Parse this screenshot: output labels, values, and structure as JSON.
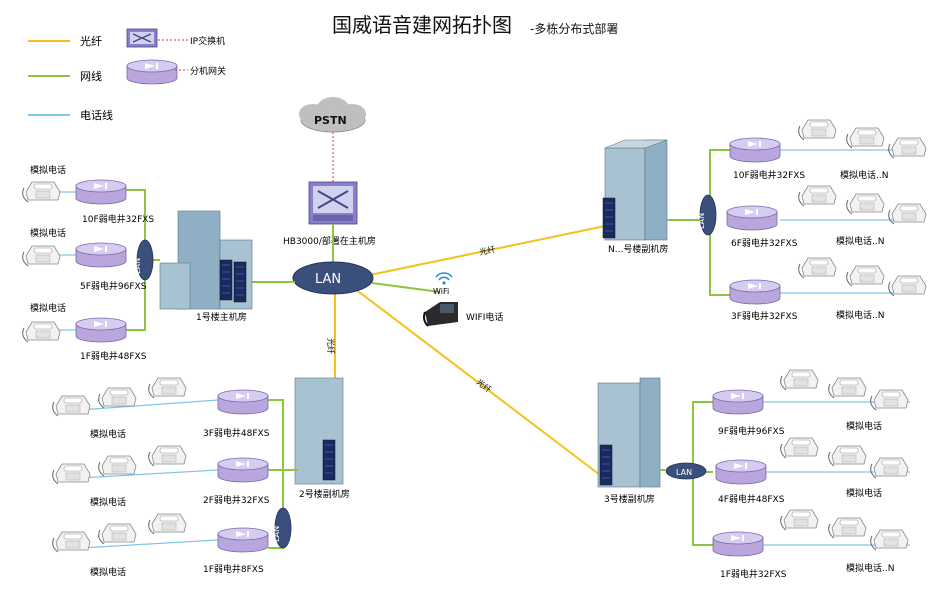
{
  "title": "国威语音建网拓扑图",
  "subtitle": "-多栋分布式部署",
  "legend": {
    "fiber": "光纤",
    "network_cable": "网线",
    "phone_line": "电话线",
    "ip_switch": "IP交换机",
    "gateway": "分机网关"
  },
  "labels": {
    "pstn": "PSTN",
    "core_device": "HB3000/部署在主机房",
    "lan": "LAN",
    "wifi": "WiFi",
    "wifi_phone": "WIFI电话",
    "fiber_link": "光纤",
    "analog_phone": "模拟电话",
    "analog_phone_n": "模拟电话..N"
  },
  "buildings": {
    "b1": "1号楼主机房",
    "b2": "2号楼副机房",
    "b3": "3号楼副机房",
    "bn": "N...号楼副机房"
  },
  "gateways": {
    "b1_top": "10F弱电井32FXS",
    "b1_mid": "5F弱电井96FXS",
    "b1_bot": "1F弱电井48FXS",
    "b2_top": "3F弱电井48FXS",
    "b2_mid": "2F弱电井32FXS",
    "b2_bot": "1F弱电井8FXS",
    "b3_top": "9F弱电井96FXS",
    "b3_mid": "4F弱电井48FXS",
    "b3_bot": "1F弱电井32FXS",
    "bn_top": "10F弱电井32FXS",
    "bn_mid": "6F弱电井32FXS",
    "bn_bot": "3F弱电井32FXS"
  },
  "colors": {
    "fiber": "#f2c21b",
    "network_cable": "#8cc63f",
    "phone_line": "#7fc6e8",
    "gateway": "#b9a6dc",
    "building": "#8fb0c4"
  }
}
